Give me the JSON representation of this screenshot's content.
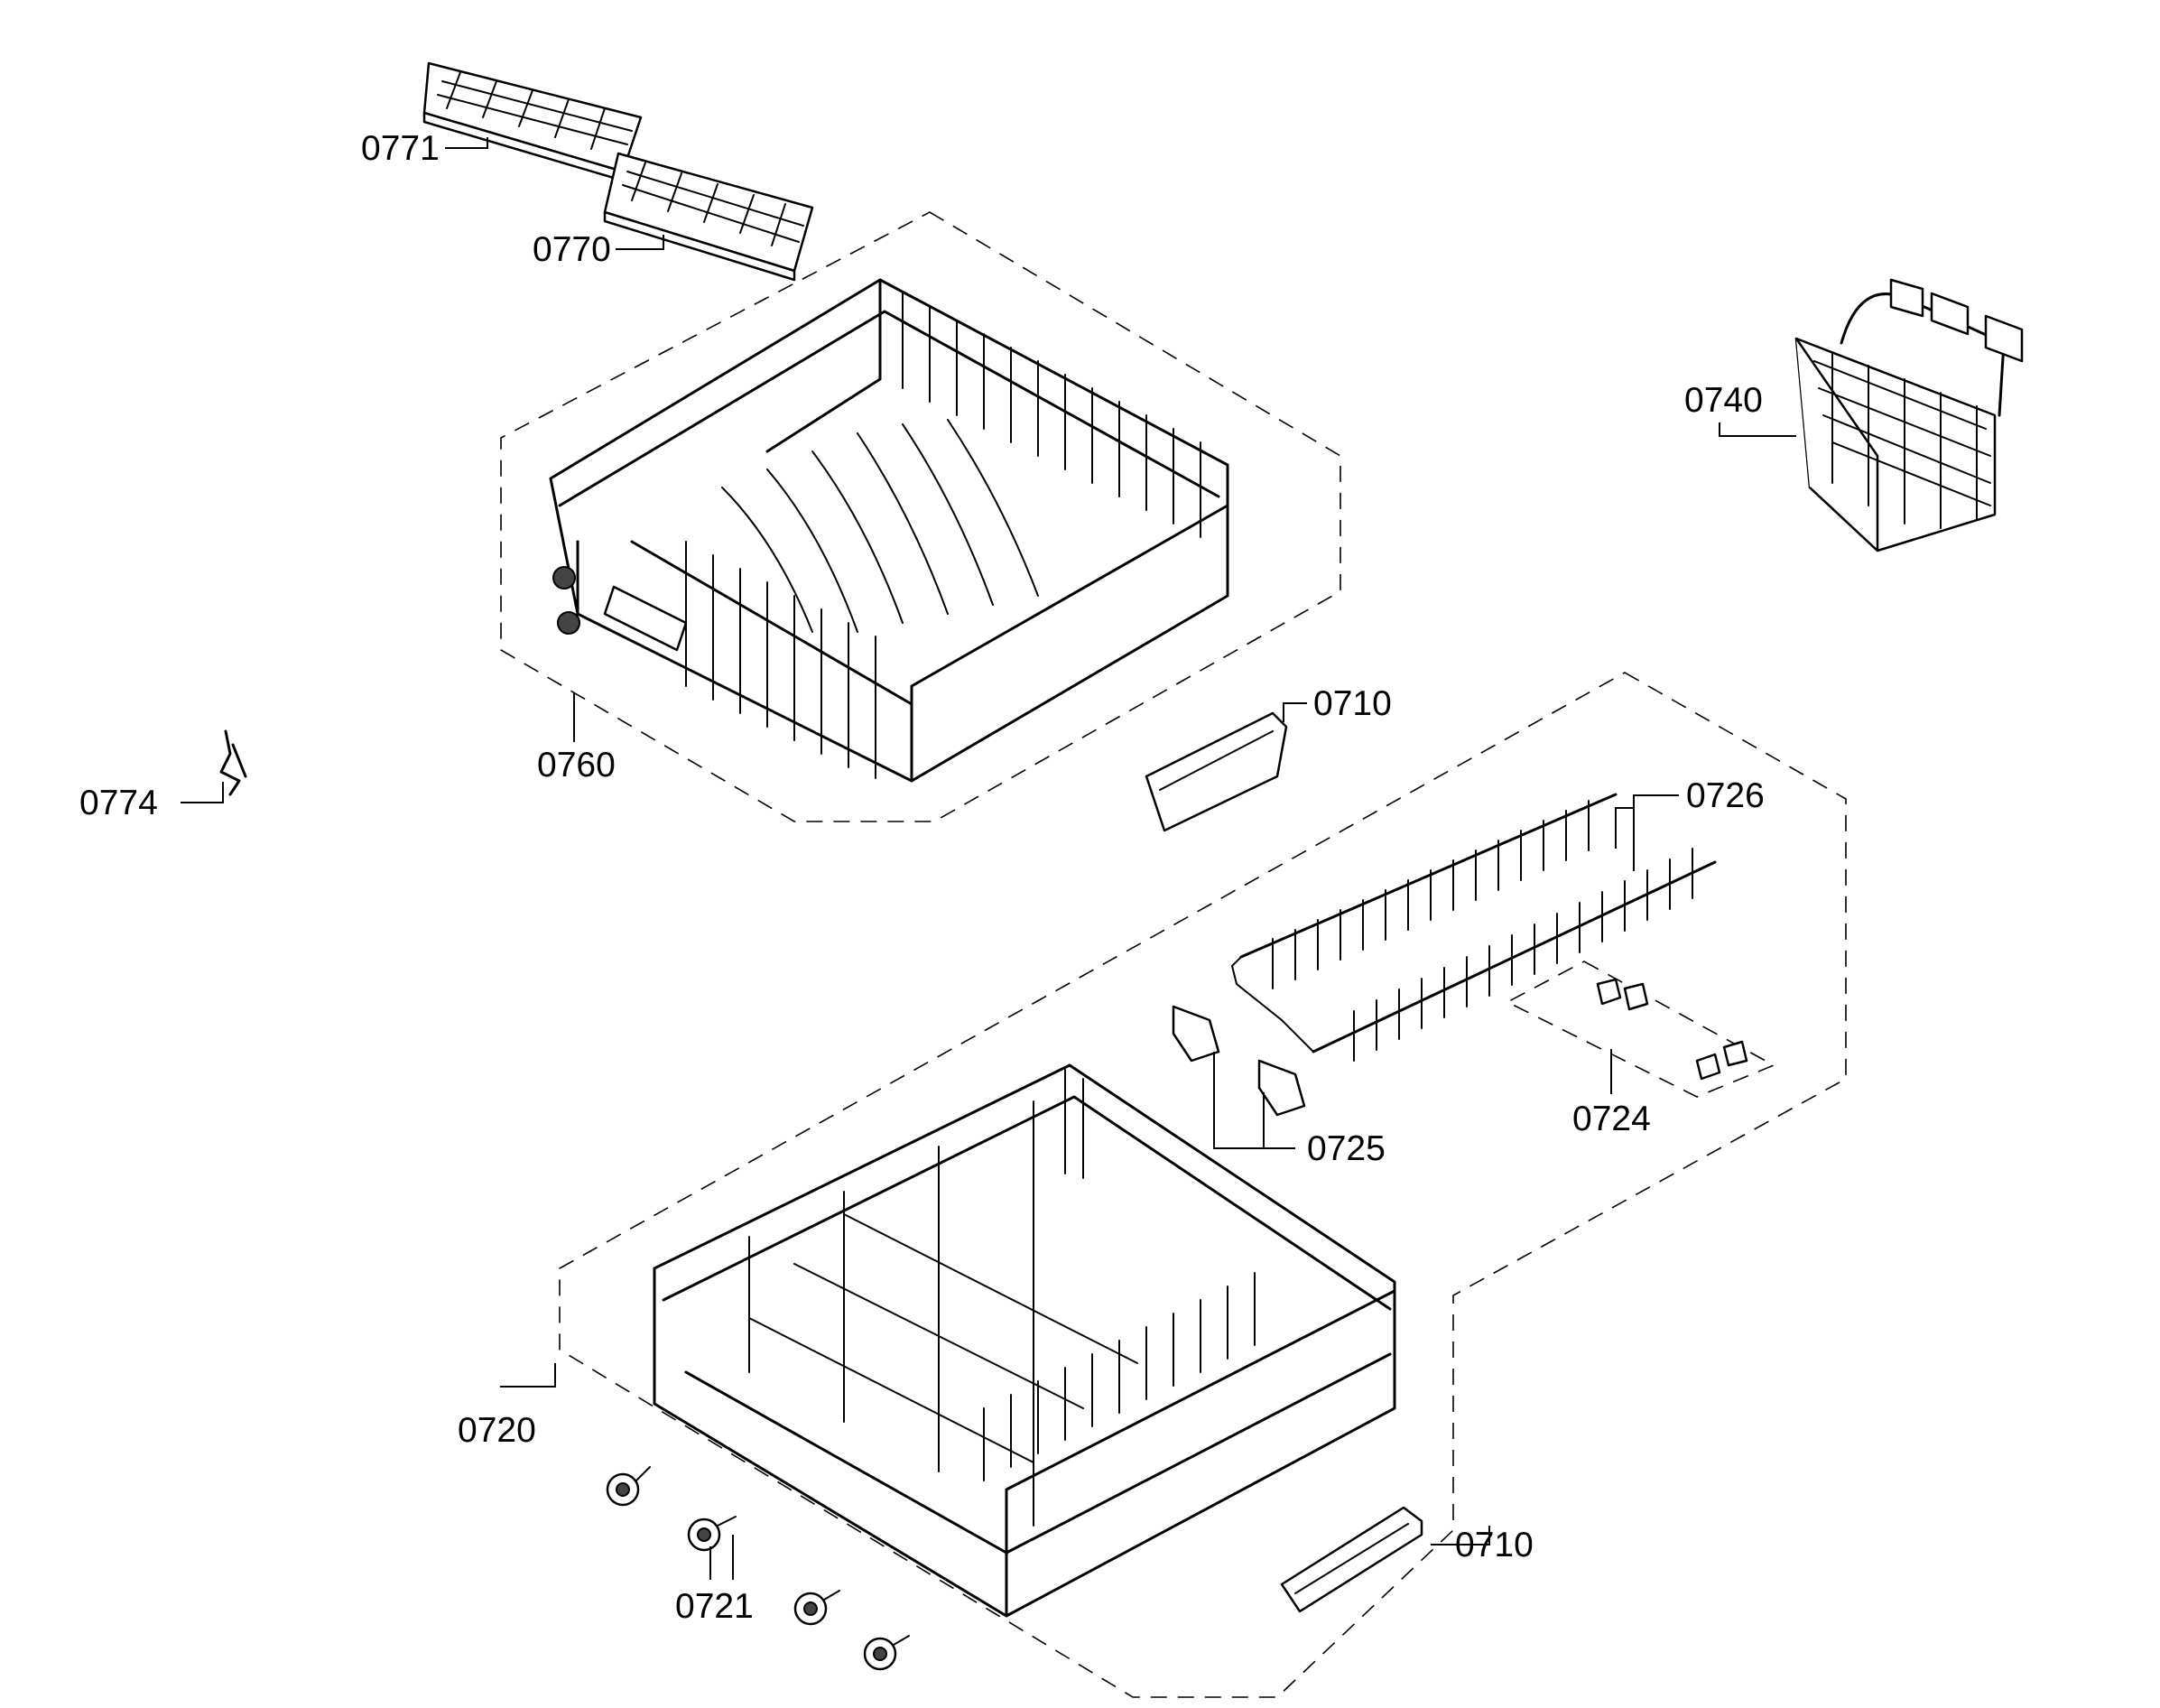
{
  "diagram": {
    "parts": [
      {
        "id": "p0771",
        "number": "0771"
      },
      {
        "id": "p0770",
        "number": "0770"
      },
      {
        "id": "p0740",
        "number": "0740"
      },
      {
        "id": "p0760",
        "number": "0760"
      },
      {
        "id": "p0774",
        "number": "0774"
      },
      {
        "id": "p0710a",
        "number": "0710"
      },
      {
        "id": "p0726",
        "number": "0726"
      },
      {
        "id": "p0725",
        "number": "0725"
      },
      {
        "id": "p0724",
        "number": "0724"
      },
      {
        "id": "p0720",
        "number": "0720"
      },
      {
        "id": "p0721",
        "number": "0721"
      },
      {
        "id": "p0710b",
        "number": "0710"
      }
    ]
  }
}
